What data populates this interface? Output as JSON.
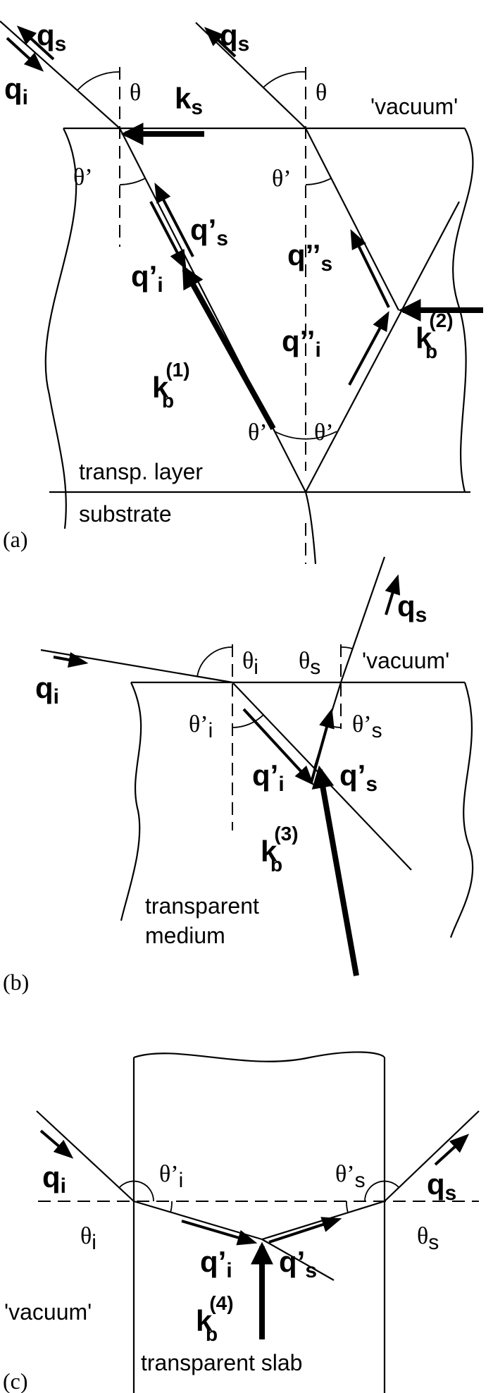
{
  "panel_a": {
    "tag": "(a)",
    "vacuum": "'vacuum'",
    "layer": "transp. layer",
    "substrate": "substrate",
    "theta": "θ",
    "theta_prime": "θ’",
    "vec_q": "q",
    "sub_s": "s",
    "sub_i": "i",
    "vec_k": "k",
    "sub_b": "b",
    "prime": "’",
    "dprime": "’’",
    "sup_1": "(1)",
    "sup_2": "(2)"
  },
  "panel_b": {
    "tag": "(b)",
    "vacuum": "'vacuum'",
    "medium_line1": "transparent",
    "medium_line2": "medium",
    "theta": "θ",
    "theta_prime": "θ’",
    "sub_i": "i",
    "sub_s": "s",
    "sub_b": "b",
    "vec_q": "q",
    "vec_k": "k",
    "prime": "’",
    "sup_3": "(3)"
  },
  "panel_c": {
    "tag": "(c)",
    "vacuum": "'vacuum'",
    "slab": "transparent slab",
    "theta": "θ",
    "theta_prime": "θ’",
    "sub_i": "i",
    "sub_s": "s",
    "sub_b": "b",
    "vec_q": "q",
    "vec_k": "k",
    "prime": "’",
    "sup_4": "(4)"
  }
}
